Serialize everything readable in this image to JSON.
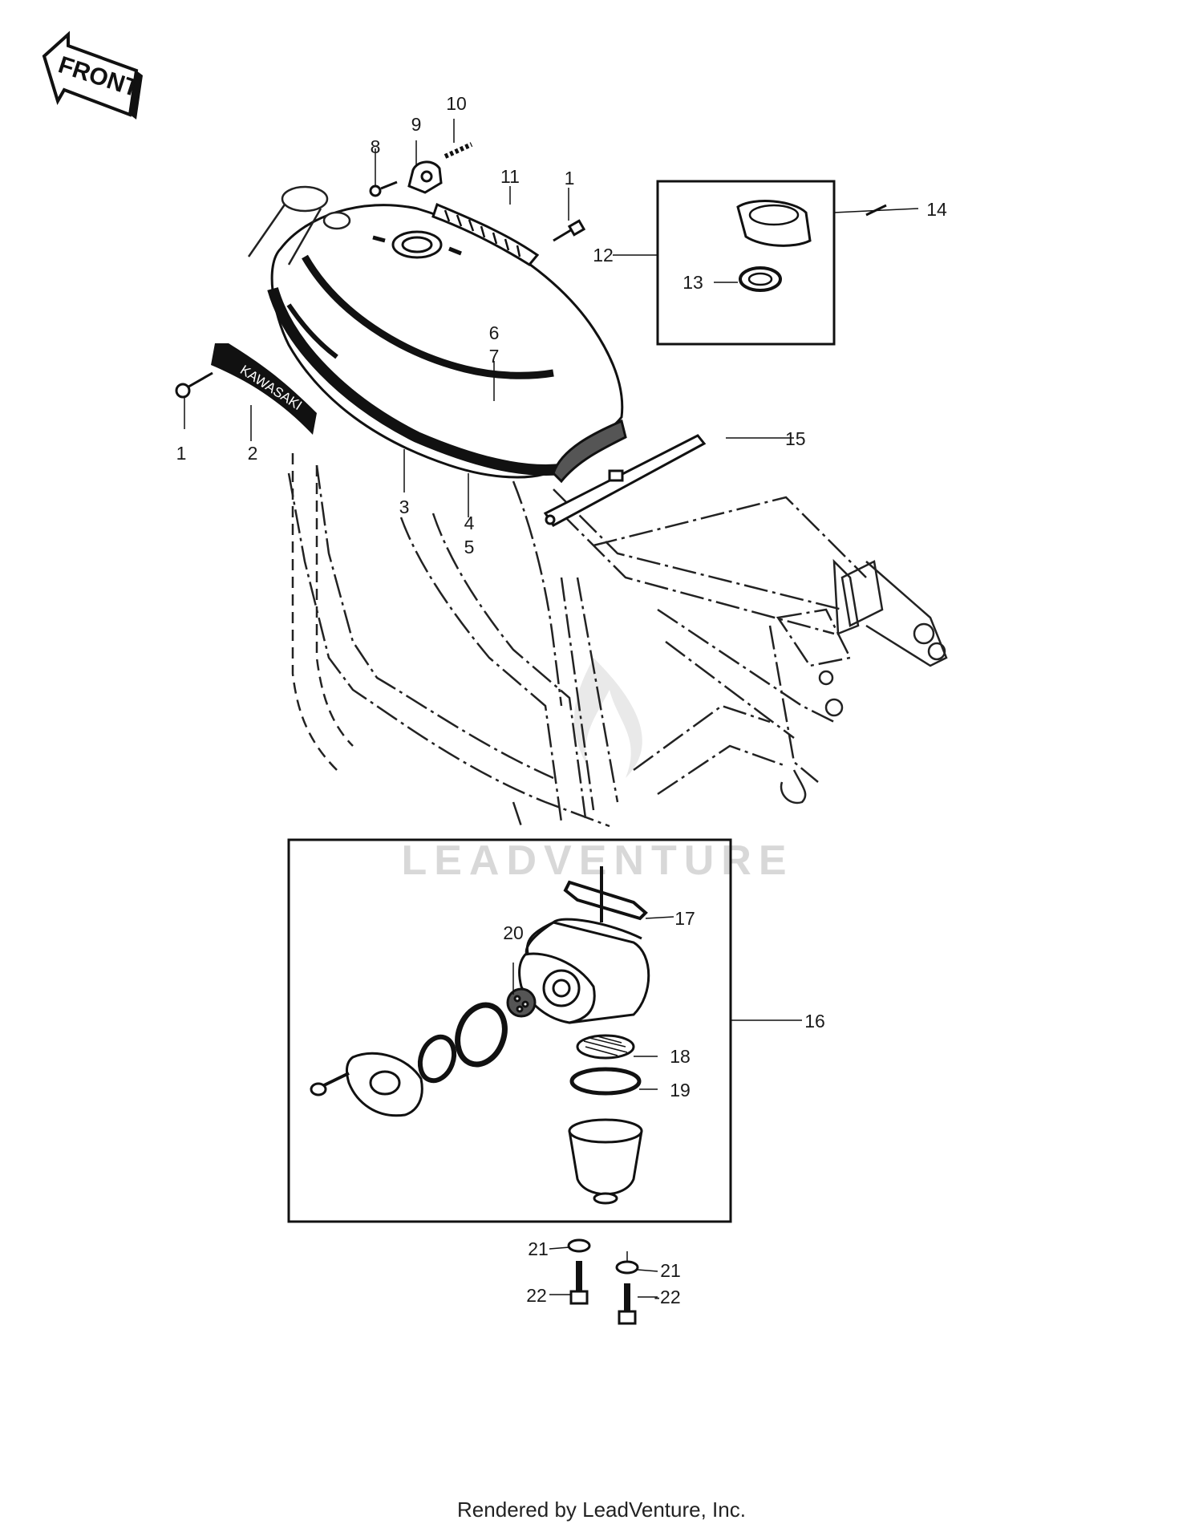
{
  "front_arrow_label": "FRONT",
  "brand_decal_text": "KAWASAKI",
  "watermark_text": "LEADVENTURE",
  "footer_text": "Rendered by LeadVenture, Inc.",
  "callouts": {
    "c1a": "1",
    "c1b": "1",
    "c2": "2",
    "c3": "3",
    "c4": "4",
    "c5": "5",
    "c6": "6",
    "c7": "7",
    "c8": "8",
    "c9": "9",
    "c10": "10",
    "c11": "11",
    "c12": "12",
    "c13": "13",
    "c14": "14",
    "c15": "15",
    "c16": "16",
    "c17": "17",
    "c18": "18",
    "c19": "19",
    "c20": "20",
    "c21a": "21",
    "c21b": "21",
    "c22a": "22",
    "c22b": "-22"
  },
  "colors": {
    "ink": "#111111",
    "watermark": "#d8d8d8",
    "paper": "#ffffff"
  }
}
